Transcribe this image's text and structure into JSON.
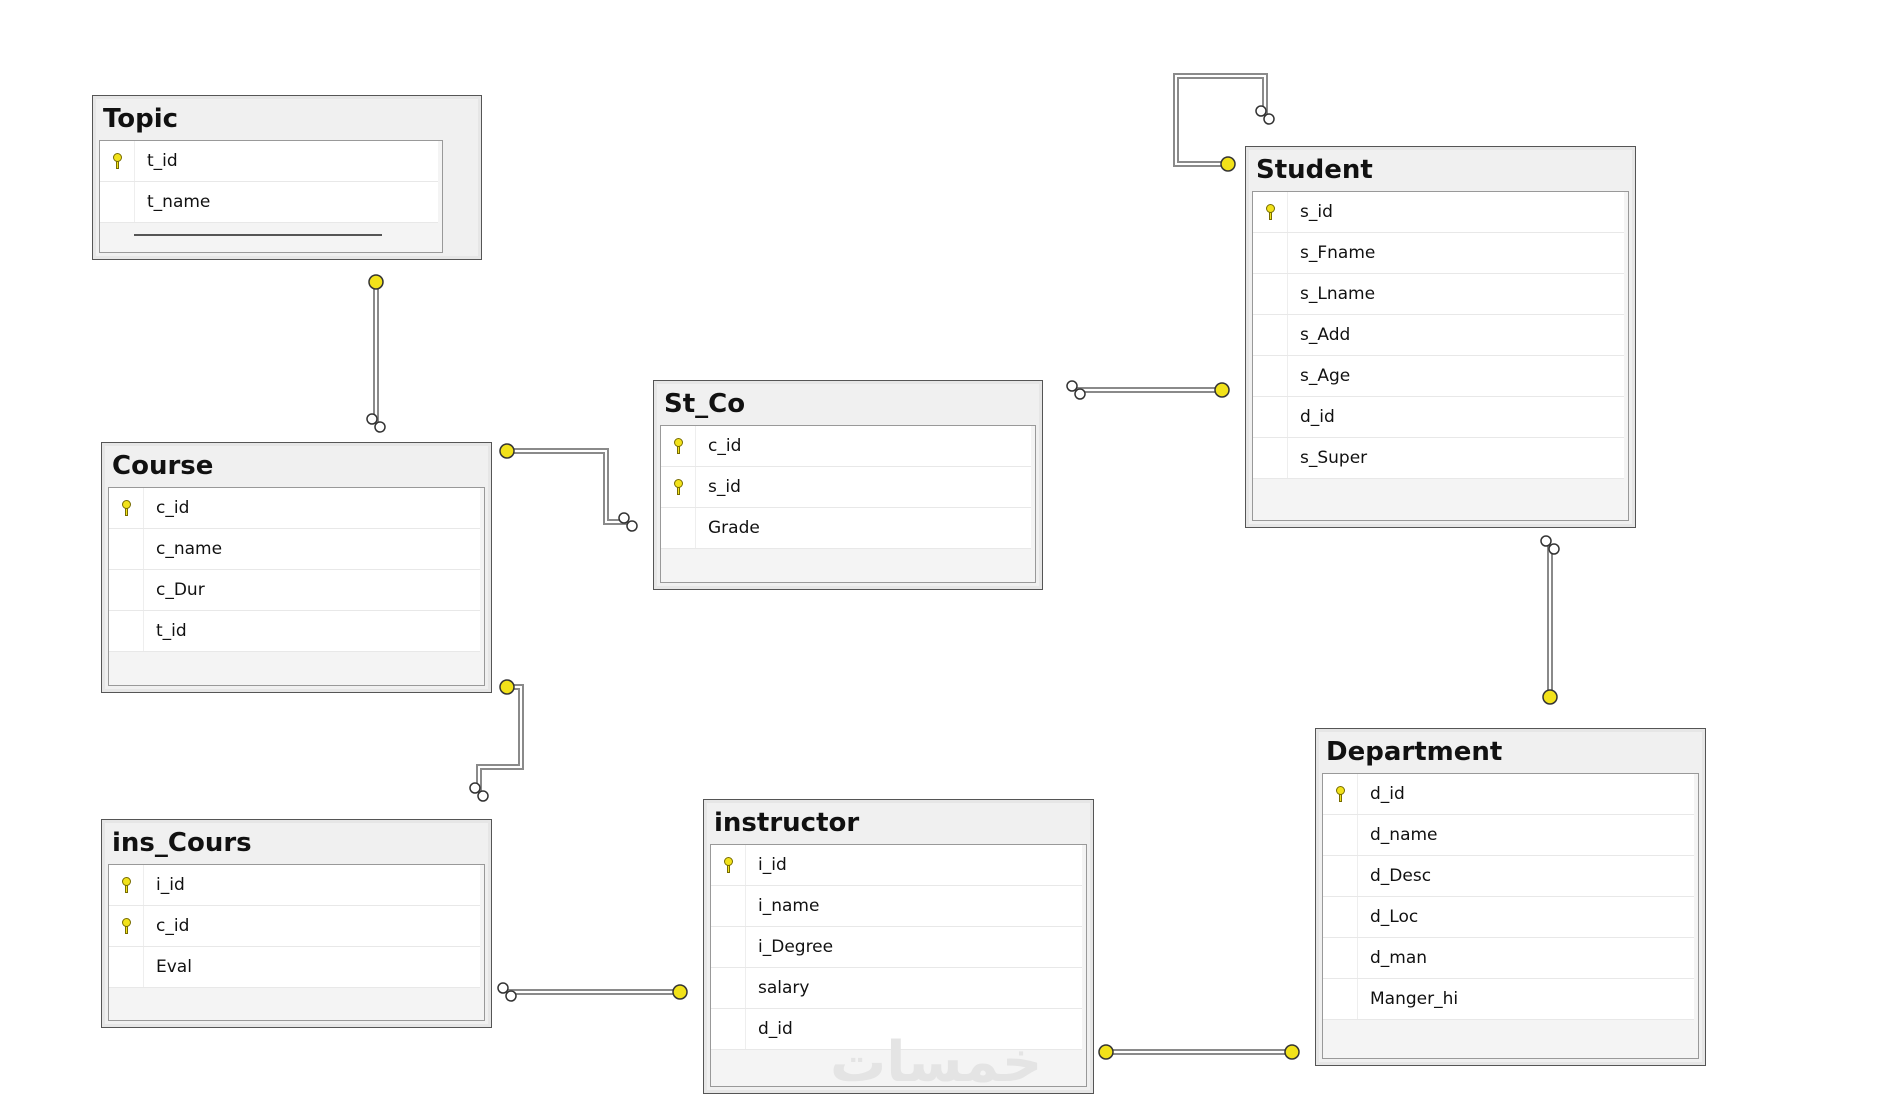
{
  "tables": [
    {
      "id": "topic",
      "name": "Topic",
      "columns": [
        {
          "name": "t_id",
          "pk": true
        },
        {
          "name": "t_name",
          "pk": false
        }
      ]
    },
    {
      "id": "course",
      "name": "Course",
      "columns": [
        {
          "name": "c_id",
          "pk": true
        },
        {
          "name": "c_name",
          "pk": false
        },
        {
          "name": "c_Dur",
          "pk": false
        },
        {
          "name": "t_id",
          "pk": false
        }
      ]
    },
    {
      "id": "st-co",
      "name": "St_Co",
      "columns": [
        {
          "name": "c_id",
          "pk": true
        },
        {
          "name": "s_id",
          "pk": true
        },
        {
          "name": "Grade",
          "pk": false
        }
      ]
    },
    {
      "id": "student",
      "name": "Student",
      "columns": [
        {
          "name": "s_id",
          "pk": true
        },
        {
          "name": "s_Fname",
          "pk": false
        },
        {
          "name": "s_Lname",
          "pk": false
        },
        {
          "name": "s_Add",
          "pk": false
        },
        {
          "name": "s_Age",
          "pk": false
        },
        {
          "name": "d_id",
          "pk": false
        },
        {
          "name": "s_Super",
          "pk": false
        }
      ]
    },
    {
      "id": "ins-cours",
      "name": "ins_Cours",
      "columns": [
        {
          "name": "i_id",
          "pk": true
        },
        {
          "name": "c_id",
          "pk": true
        },
        {
          "name": "Eval",
          "pk": false
        }
      ]
    },
    {
      "id": "instructor",
      "name": "instructor",
      "columns": [
        {
          "name": "i_id",
          "pk": true
        },
        {
          "name": "i_name",
          "pk": false
        },
        {
          "name": "i_Degree",
          "pk": false
        },
        {
          "name": "salary",
          "pk": false
        },
        {
          "name": "d_id",
          "pk": false
        }
      ]
    },
    {
      "id": "department",
      "name": "Department",
      "columns": [
        {
          "name": "d_id",
          "pk": true
        },
        {
          "name": "d_name",
          "pk": false
        },
        {
          "name": "d_Desc",
          "pk": false
        },
        {
          "name": "d_Loc",
          "pk": false
        },
        {
          "name": "d_man",
          "pk": false
        },
        {
          "name": "Manger_hi",
          "pk": false
        }
      ]
    }
  ],
  "relationships": [
    {
      "from": "Topic",
      "to": "Course"
    },
    {
      "from": "Course",
      "to": "St_Co"
    },
    {
      "from": "Student",
      "to": "St_Co"
    },
    {
      "from": "Student",
      "to": "Student"
    },
    {
      "from": "Department",
      "to": "Student"
    },
    {
      "from": "Course",
      "to": "ins_Cours"
    },
    {
      "from": "instructor",
      "to": "ins_Cours"
    },
    {
      "from": "instructor",
      "to": "Department"
    }
  ],
  "colors": {
    "key": "#f2e21a",
    "line": "#8a8a8a"
  },
  "watermark": "خمسات"
}
